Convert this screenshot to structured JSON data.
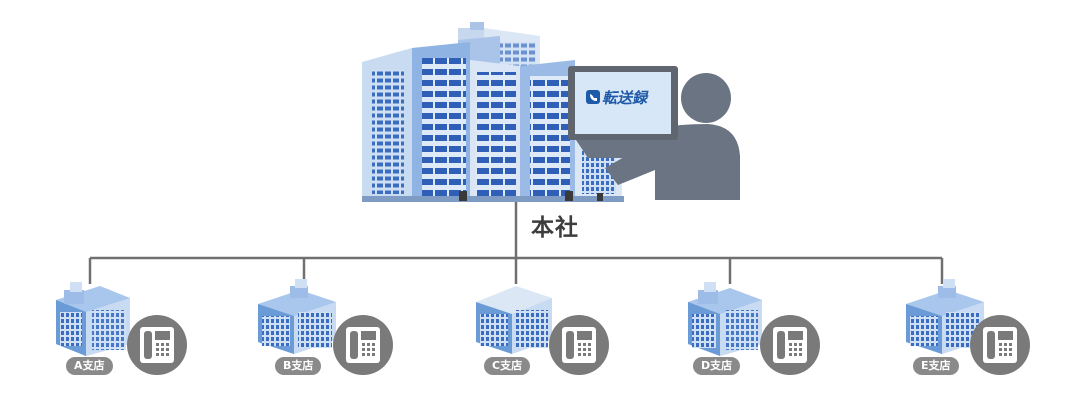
{
  "headquarters": {
    "label": "本社",
    "app_logo": "転送録"
  },
  "branches": [
    {
      "label": "A支店"
    },
    {
      "label": "B支店"
    },
    {
      "label": "C支店"
    },
    {
      "label": "D支店"
    },
    {
      "label": "E支店"
    }
  ],
  "colors": {
    "line": "#707070",
    "building_light": "#b9d3ef",
    "building_mid": "#6a9bd6",
    "building_dark": "#2f5fb6",
    "phone_circle": "#7a7a7a",
    "person": "#6b7482",
    "badge": "#8a8a8a"
  }
}
